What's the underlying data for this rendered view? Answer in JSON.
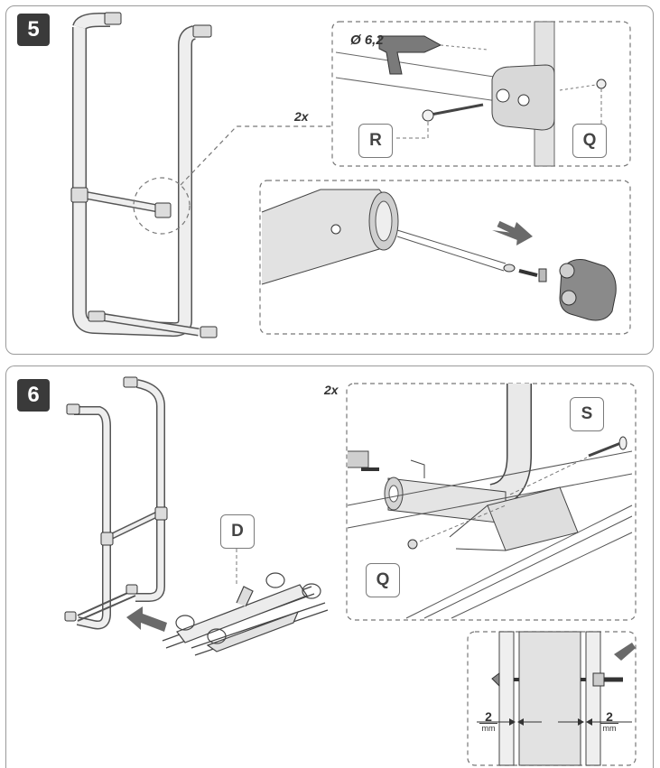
{
  "steps": [
    {
      "number": "5",
      "multiplier": "2x",
      "drill": "Ø 6,2",
      "parts": [
        "R",
        "Q"
      ]
    },
    {
      "number": "6",
      "multiplier": "2x",
      "parts": [
        "D",
        "S",
        "Q"
      ]
    }
  ],
  "detail": {
    "gap_left": "2",
    "gap_right": "2",
    "unit": "mm"
  },
  "colors": {
    "frame": "#9a9a9a",
    "badge": "#3a3a3a",
    "tube": "#e8e8e8",
    "line": "#555555"
  }
}
